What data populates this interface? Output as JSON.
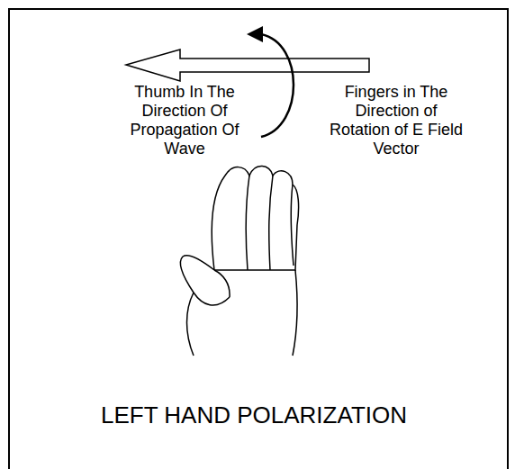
{
  "diagram": {
    "labels": [
      "Thumb In The Direction Of Propagation Of Wave",
      "Fingers in The Direction of Rotation of E Field Vector",
      "LEFT HAND POLARIZATION"
    ]
  }
}
